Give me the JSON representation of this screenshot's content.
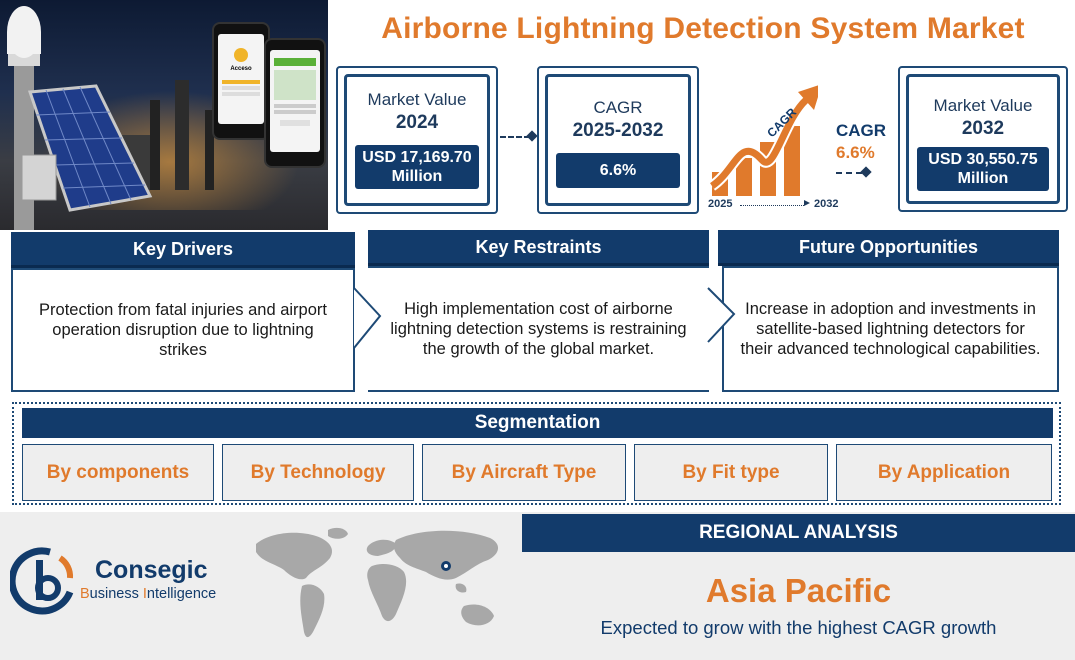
{
  "title": "Airborne Lightning Detection System Market",
  "metrics": {
    "market_2024": {
      "label": "Market Value",
      "year": "2024",
      "value": "USD 17,169.70 Million"
    },
    "cagr": {
      "label": "CAGR",
      "period": "2025-2032",
      "value": "6.6%"
    },
    "market_2032": {
      "label": "Market Value",
      "year": "2032",
      "value": "USD 30,550.75 Million"
    }
  },
  "cagr_graphic": {
    "arrow_text": "CAGR",
    "label": "CAGR",
    "value": "6.6%",
    "start_year": "2025",
    "end_year": "2032"
  },
  "pillars": {
    "drivers": {
      "title": "Key Drivers",
      "text": "Protection from fatal injuries and airport operation disruption due to lightning strikes"
    },
    "restraints": {
      "title": "Key Restraints",
      "text": "High implementation cost of airborne lightning detection systems is restraining the growth of the global market."
    },
    "opportunities": {
      "title": "Future Opportunities",
      "text": "Increase in adoption and investments in satellite-based lightning detectors for their advanced technological capabilities."
    }
  },
  "segmentation": {
    "title": "Segmentation",
    "items": [
      "By components",
      "By Technology",
      "By Aircraft Type",
      "By Fit type",
      "By Application"
    ]
  },
  "regional": {
    "title": "REGIONAL ANALYSIS",
    "region": "Asia Pacific",
    "subtitle": "Expected to grow with the highest CAGR growth"
  },
  "logo": {
    "name": "Consegic",
    "tagline_b": "B",
    "tagline_1": "usiness ",
    "tagline_i": "I",
    "tagline_2": "ntelligence"
  },
  "phone": {
    "screen1_title": "Acceso"
  },
  "colors": {
    "navy": "#123b6b",
    "orange": "#e07a2c"
  }
}
